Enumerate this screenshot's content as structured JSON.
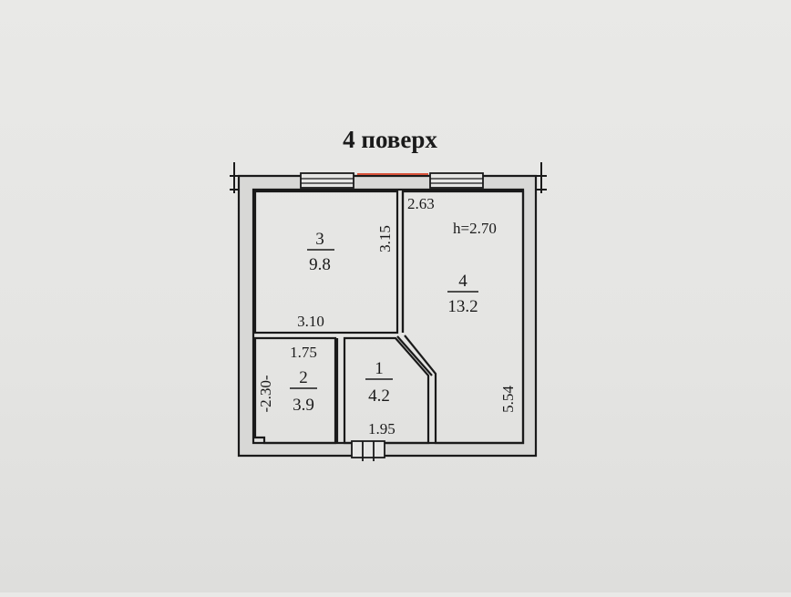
{
  "plan": {
    "title": "4 поверх",
    "height_label": "h=2.70",
    "rooms": [
      {
        "number": "3",
        "area": "9.8"
      },
      {
        "number": "4",
        "area": "13.2"
      },
      {
        "number": "2",
        "area": "3.9"
      },
      {
        "number": "1",
        "area": "4.2"
      }
    ],
    "dimensions": {
      "room3_height": "3.15",
      "room3_width": "3.10",
      "room4_width": "2.63",
      "room4_length": "5.54",
      "room2_width": "1.75",
      "room2_length": "-2.30-",
      "room1_width": "1.95"
    },
    "colors": {
      "ink": "#1a1a1a",
      "paper": "#e7e7e5",
      "wall_fill": "#d8d8d6",
      "accent": "#d9533a"
    }
  }
}
